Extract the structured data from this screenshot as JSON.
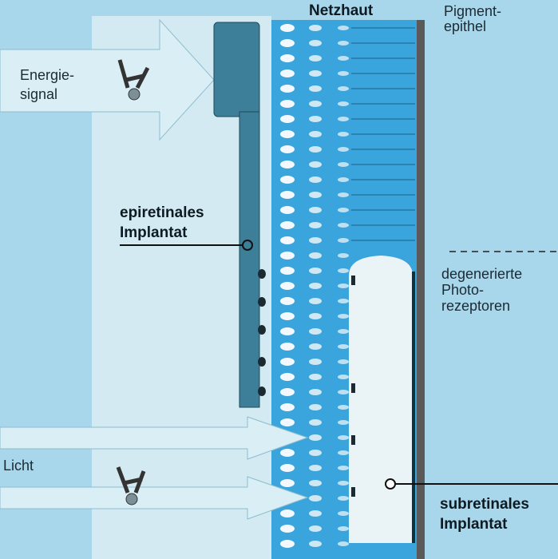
{
  "labels": {
    "retina": "Netzhaut",
    "pigment_line1": "Pigment-",
    "pigment_line2": "epithel",
    "energy_line1": "Energie-",
    "energy_line2": "signal",
    "epi_line1": "epiretinales",
    "epi_line2": "Implantat",
    "degen_line1": "degenerierte",
    "degen_line2": "Photo-",
    "degen_line3": "rezeptoren",
    "light": "Licht",
    "sub_line1": "subretinales",
    "sub_line2": "Implantat"
  },
  "colors": {
    "background": "#a8d6ea",
    "retina": "#3aa4dc",
    "implant": "#3d7f99",
    "pigment": "#5a5a5a",
    "arrow": "#d6ecf3"
  }
}
